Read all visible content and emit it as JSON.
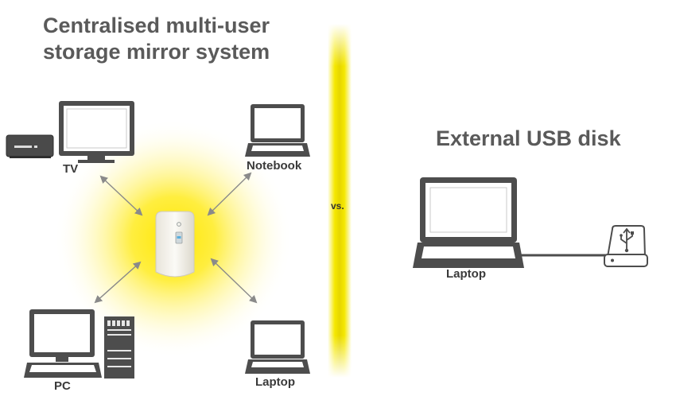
{
  "left_title": "Centralised multi-user storage mirror system",
  "right_title": "External USB disk",
  "divider_label": "vs.",
  "devices": {
    "tv": "TV",
    "notebook": "Notebook",
    "pc": "PC",
    "laptop_left": "Laptop",
    "laptop_right": "Laptop"
  },
  "icons": {
    "tv": "tv-icon",
    "set_top_box": "set-top-box-icon",
    "notebook": "notebook-icon",
    "pc_monitor": "pc-monitor-icon",
    "pc_tower": "pc-tower-icon",
    "laptop": "laptop-icon",
    "storage_hub": "storage-device-icon",
    "usb_disk": "usb-disk-icon"
  },
  "colors": {
    "glow": "#ffe600",
    "divider": "#f2e200",
    "device_frame": "#4d4d4d",
    "text": "#5a5a5a",
    "arrow": "#8a8a8a"
  }
}
